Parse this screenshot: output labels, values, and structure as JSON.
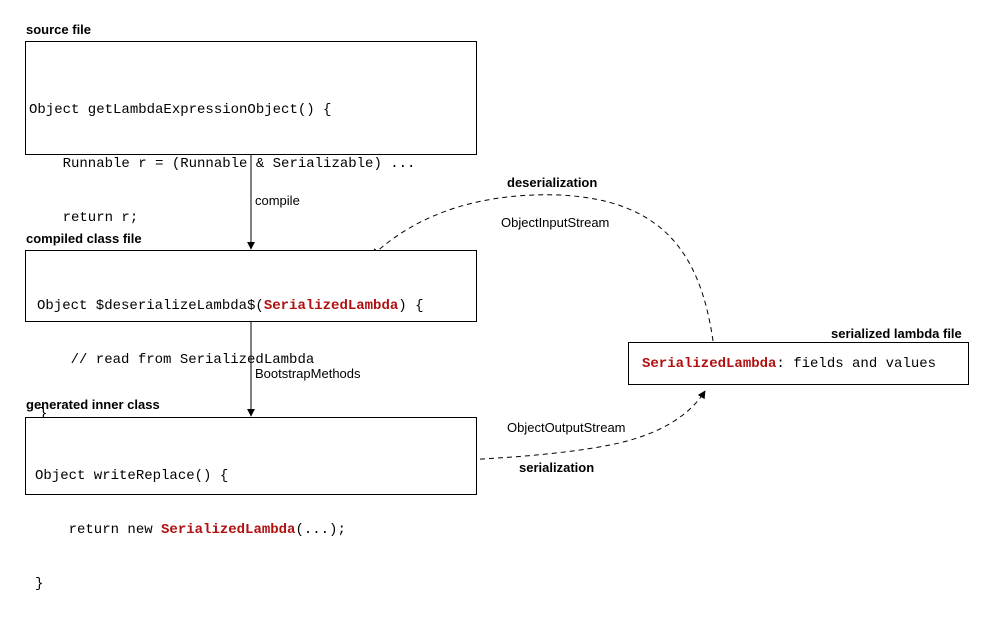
{
  "source": {
    "title": "source file",
    "lines": [
      "Object getLambdaExpressionObject() {",
      "    Runnable r = (Runnable & Serializable) ...",
      "    return r;",
      "}"
    ]
  },
  "compiled": {
    "title": "compiled class file",
    "line1_pre": "Object $deserializeLambda$(",
    "line1_kw": "SerializedLambda",
    "line1_post": ") {",
    "line2": "    // read from SerializedLambda",
    "line3": "}"
  },
  "inner": {
    "title": "generated inner class",
    "line1": "Object writeReplace() {",
    "line2_pre": "    return new ",
    "line2_kw": "SerializedLambda",
    "line2_post": "(...);",
    "line3": "}"
  },
  "serialized": {
    "title": "serialized lambda file",
    "kw": "SerializedLambda",
    "rest": ": fields and values"
  },
  "edges": {
    "compile": "compile",
    "bootstrap": "BootstrapMethods",
    "deserialization": "deserialization",
    "input_stream": "ObjectInputStream",
    "output_stream": "ObjectOutputStream",
    "serialization": "serialization"
  },
  "colors": {
    "keyword": "#b01010",
    "line": "#000000"
  }
}
